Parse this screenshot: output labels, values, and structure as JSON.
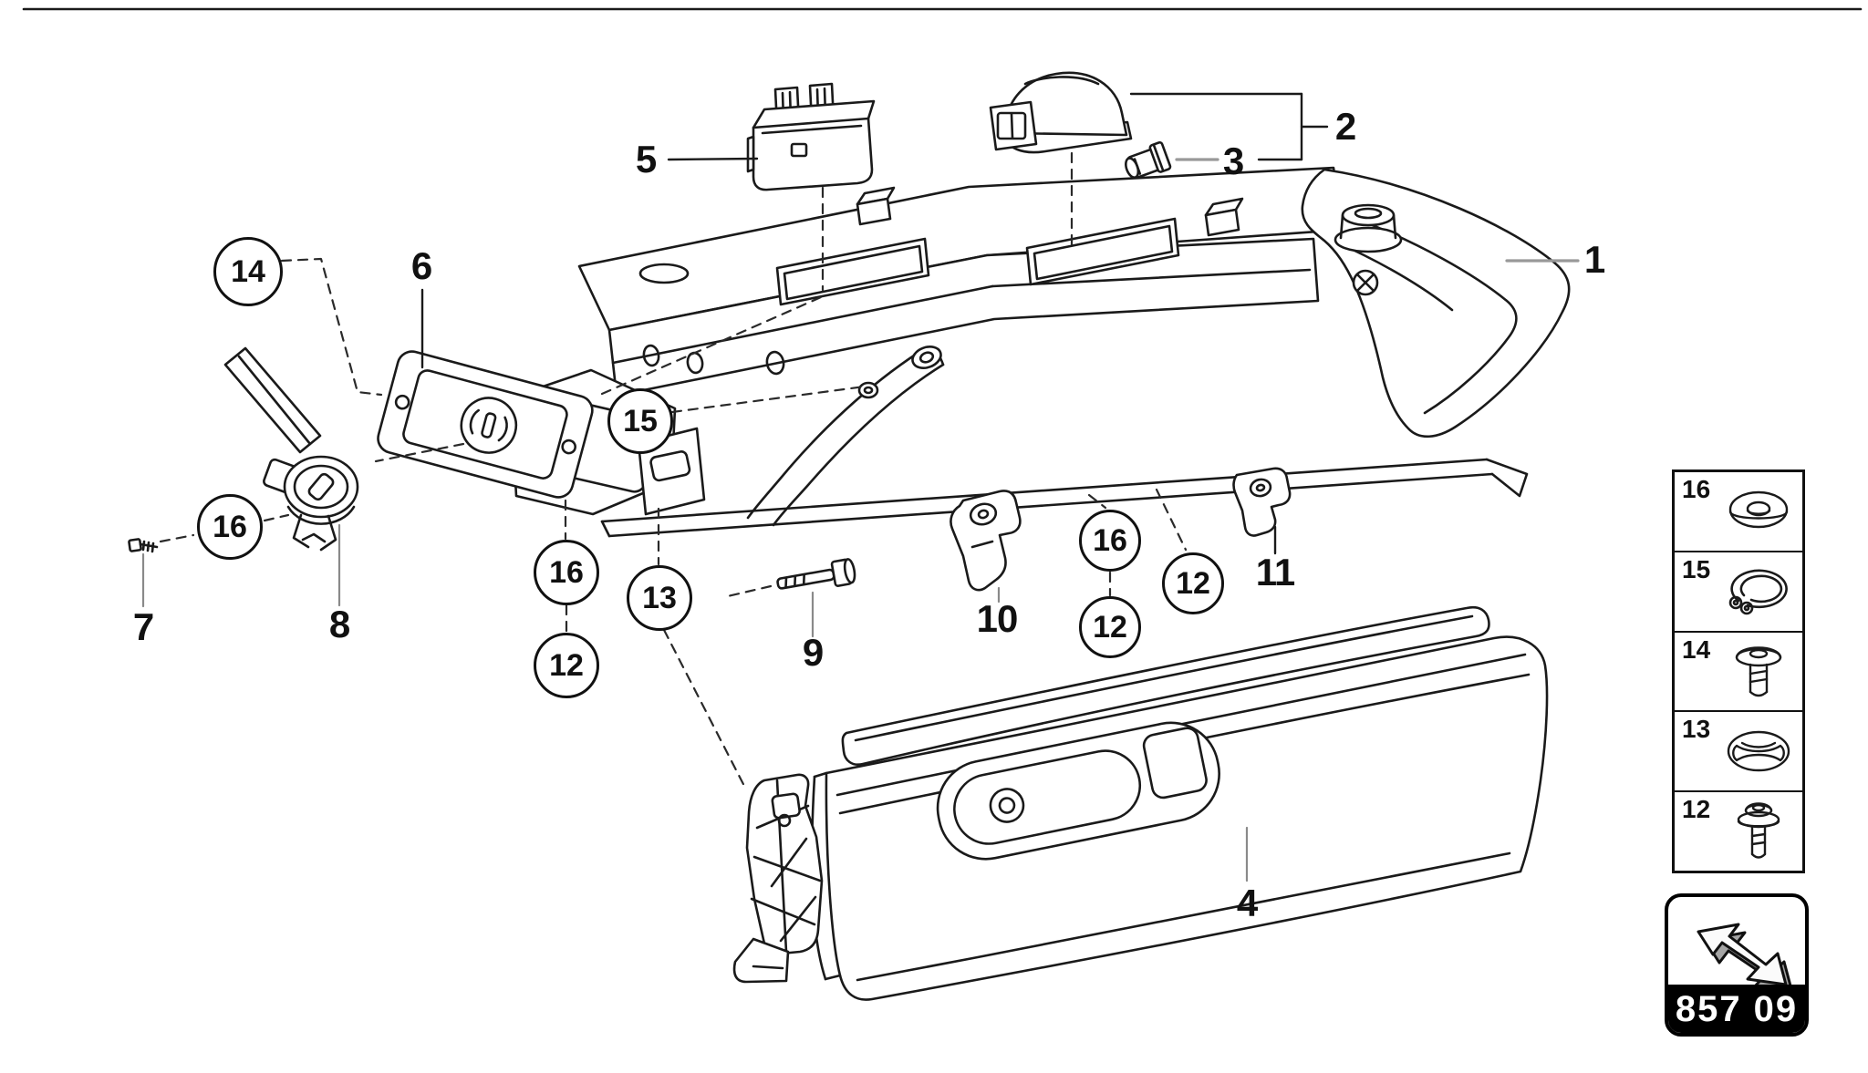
{
  "page": {
    "type": "exploded-parts-diagram",
    "subject": "glove compartment",
    "colors": {
      "background": "#ffffff",
      "line": "#1a1a1a",
      "leader_gray": "#999999",
      "badge_band": "#000000",
      "badge_text": "#ffffff"
    }
  },
  "callouts": {
    "plain": [
      {
        "label": "1"
      },
      {
        "label": "2"
      },
      {
        "label": "3"
      },
      {
        "label": "4"
      },
      {
        "label": "5"
      },
      {
        "label": "6"
      },
      {
        "label": "7"
      },
      {
        "label": "8"
      },
      {
        "label": "9"
      },
      {
        "label": "10"
      },
      {
        "label": "11"
      }
    ],
    "circled": [
      {
        "label": "14"
      },
      {
        "label": "15"
      },
      {
        "label": "16"
      },
      {
        "label": "16"
      },
      {
        "label": "12"
      },
      {
        "label": "13"
      },
      {
        "label": "16"
      },
      {
        "label": "12"
      },
      {
        "label": "12"
      }
    ]
  },
  "legend": {
    "items": [
      {
        "number": "16",
        "icon": "washer-icon"
      },
      {
        "number": "15",
        "icon": "circlip-icon"
      },
      {
        "number": "14",
        "icon": "pan-head-screw-icon"
      },
      {
        "number": "13",
        "icon": "oval-grommet-icon"
      },
      {
        "number": "12",
        "icon": "flange-screw-icon"
      }
    ]
  },
  "badge": {
    "code": "857 09",
    "icon": "up-left-arrow-icon"
  }
}
